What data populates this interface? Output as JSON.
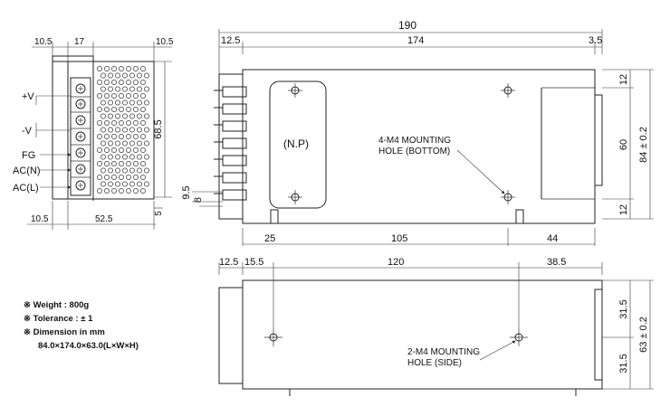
{
  "side_view": {
    "dims": {
      "top_left": "10.5",
      "top_mid": "17",
      "top_right": "10.5",
      "height": "68.5",
      "bottom_left": "10.5",
      "bottom_mid": "52.5",
      "small": "5"
    },
    "terminals": [
      "+V",
      "-V",
      "FG",
      "AC(N)",
      "AC(L)"
    ]
  },
  "top_view": {
    "dims": {
      "overall": "190",
      "left": "12.5",
      "mid": "174",
      "right": "3.5",
      "h1": "12",
      "h2": "60",
      "h3": "12",
      "total_h": "84 ± 0.2",
      "b1": "25",
      "b2": "105",
      "b3": "44",
      "s1": "9.5",
      "s2": "8"
    },
    "np_label": "(N.P)",
    "callout": [
      "4-M4 MOUNTING",
      "HOLE (BOTTOM)"
    ]
  },
  "front_view": {
    "dims": {
      "d1": "12.5",
      "d2": "15.5",
      "d3": "120",
      "d4": "38.5",
      "v1": "31.5",
      "v2": "31.5",
      "total_v": "63 ± 0.2"
    },
    "callout": [
      "2-M4 MOUNTING",
      "HOLE (SIDE)"
    ]
  },
  "notes": [
    "※ Weight : 800g",
    "※ Tolerance : ± 1",
    "※ Dimension in mm",
    "84.0×174.0×63.0(L×W×H)"
  ]
}
